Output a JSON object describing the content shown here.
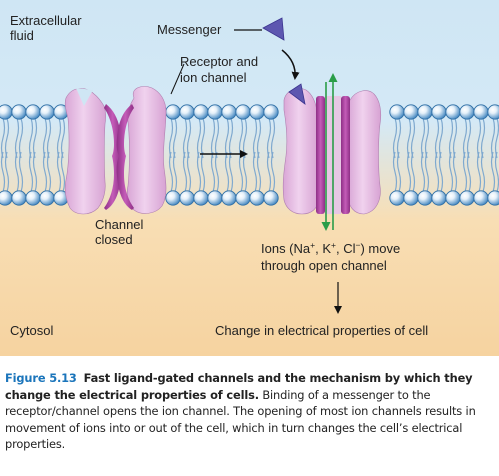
{
  "labels": {
    "extracellular": [
      "Extracellular",
      "fluid"
    ],
    "cytosol": "Cytosol",
    "messenger": "Messenger",
    "receptor": [
      "Receptor and",
      "ion channel"
    ],
    "channel_closed": [
      "Channel",
      "closed"
    ],
    "ions_line1_prefix": "Ions (Na",
    "ions_line1_sup1": "+",
    "ions_line1_mid1": ", K",
    "ions_line1_sup2": "+",
    "ions_line1_mid2": ", Cl",
    "ions_line1_sup3": "−",
    "ions_line1_suffix": ") move",
    "ions_line2": "through open channel",
    "change": "Change in electrical properties of cell"
  },
  "caption": {
    "number": "Figure 5.13",
    "title": "Fast ligand-gated channels and the mechanism by which they change the electrical properties of cells.",
    "body": "Binding of a messenger to the receptor/channel opens the ion channel. The opening of most ion channels results in movement of ions into or out of the cell, which in turn changes the cell’s electrical properties."
  },
  "colors": {
    "extracellular_bg": "#cfe6f4",
    "cytosol_bg": "#f7d6a4",
    "lipid_head": "#4a8ec4",
    "lipid_tail": "#8fb7d9",
    "channel_protein": "#e8c0e6",
    "channel_pore": "#b44aa8",
    "messenger": "#5d57b0",
    "ion_arrow": "#2a9d48",
    "caption_accent": "#1b75bb"
  }
}
